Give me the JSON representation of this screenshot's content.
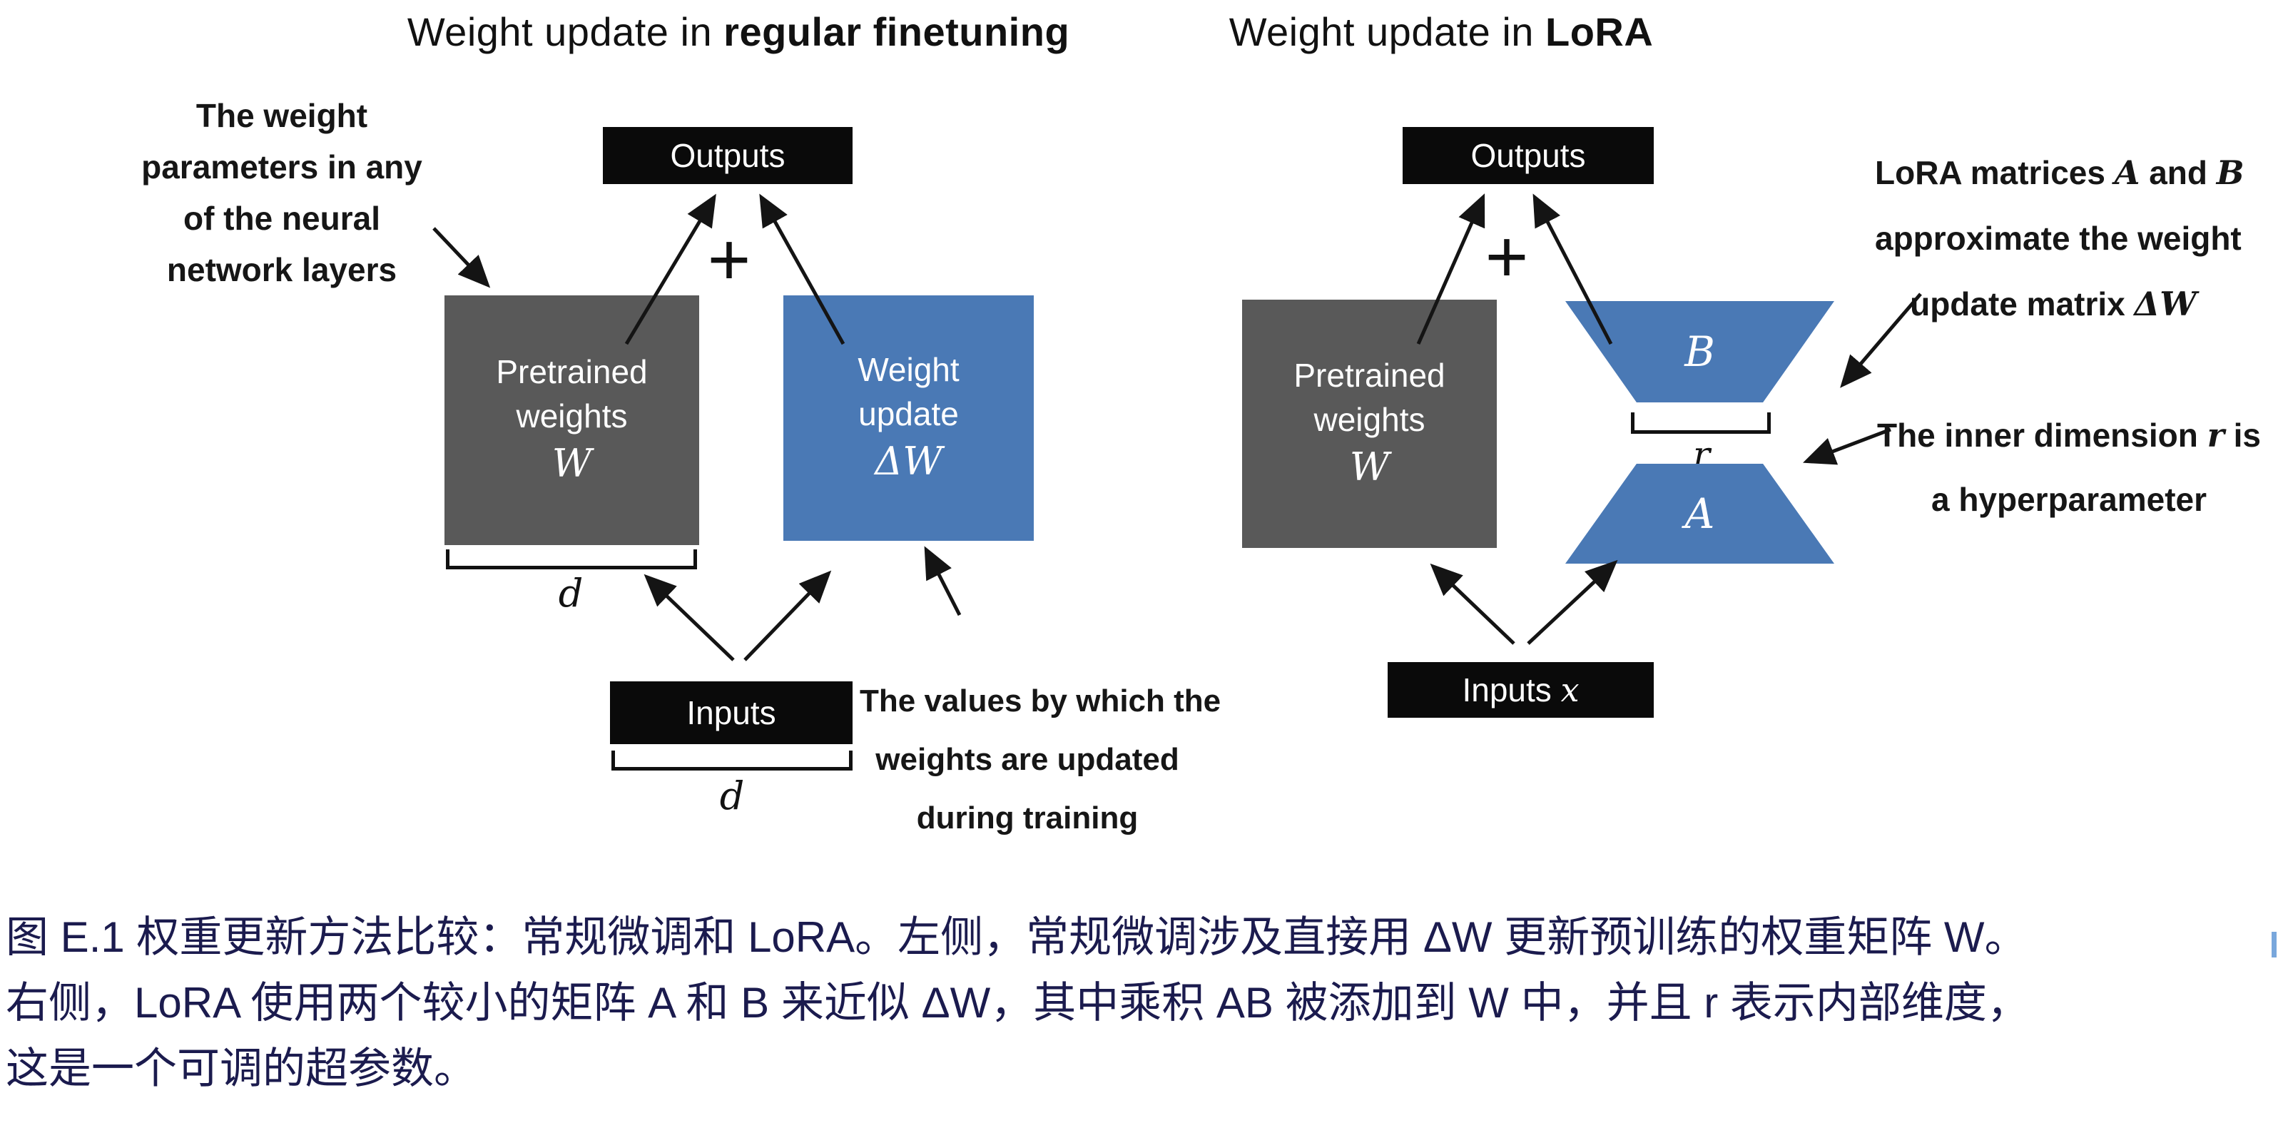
{
  "colors": {
    "blue": "#4a79b5",
    "gray": "#595959",
    "box_black": "#0a0a0a",
    "caption_navy": "#1b1b4e",
    "cursor_blue": "#79a7dc"
  },
  "left_panel": {
    "title": [
      {
        "t": "Weight update in "
      },
      {
        "t": "regular finetuning",
        "b": true
      }
    ],
    "annotation_weights": [
      [
        {
          "t": "The weight"
        }
      ],
      [
        {
          "t": "parameters in any"
        }
      ],
      [
        {
          "t": "of the neural"
        }
      ],
      [
        {
          "t": "network layers"
        }
      ]
    ],
    "outputs_label": "Outputs",
    "plus": "+",
    "pretrained_box": [
      [
        {
          "t": "Pretrained"
        }
      ],
      [
        {
          "t": "weights"
        }
      ],
      [
        {
          "t": "W",
          "m": true
        }
      ]
    ],
    "update_box": [
      [
        {
          "t": "Weight"
        }
      ],
      [
        {
          "t": "update"
        }
      ],
      [
        {
          "t": "ΔW",
          "m": true
        }
      ]
    ],
    "dim_d_weights": "d",
    "inputs_label": "Inputs",
    "dim_d_inputs": "d",
    "annotation_values": [
      [
        {
          "t": "The values by which the"
        }
      ],
      [
        {
          "t": "weights are updated"
        }
      ],
      [
        {
          "t": "during training"
        }
      ]
    ]
  },
  "right_panel": {
    "title": [
      {
        "t": "Weight update in "
      },
      {
        "t": "LoRA",
        "b": true
      }
    ],
    "outputs_label": "Outputs",
    "plus": "+",
    "pretrained_box": [
      [
        {
          "t": "Pretrained"
        }
      ],
      [
        {
          "t": "weights"
        }
      ],
      [
        {
          "t": "W",
          "m": true
        }
      ]
    ],
    "matrix_b_label": "B",
    "matrix_a_label": "A",
    "dim_r": "r",
    "inputs_line": [
      {
        "t": "Inputs "
      },
      {
        "t": "x",
        "m": true
      }
    ],
    "annotation_lora": [
      [
        {
          "t": "LoRA matrices "
        },
        {
          "t": "A",
          "m": true
        },
        {
          "t": " and "
        },
        {
          "t": "B",
          "m": true
        }
      ],
      [
        {
          "t": "approximate the weight"
        }
      ],
      [
        {
          "t": "update matrix "
        },
        {
          "t": "ΔW",
          "m": true
        }
      ]
    ],
    "annotation_r": [
      [
        {
          "t": "The inner dimension "
        },
        {
          "t": "r",
          "m": true
        },
        {
          "t": " is"
        }
      ],
      [
        {
          "t": "a hyperparameter"
        }
      ]
    ]
  },
  "caption": {
    "lines": [
      "图 E.1 权重更新方法比较：常规微调和 LoRA。左侧，常规微调涉及直接用 ΔW 更新预训练的权重矩阵 W。",
      "右侧，LoRA 使用两个较小的矩阵 A 和 B 来近似 ΔW，其中乘积 AB 被添加到 W 中，并且 r 表示内部维度，",
      "这是一个可调的超参数。"
    ]
  }
}
